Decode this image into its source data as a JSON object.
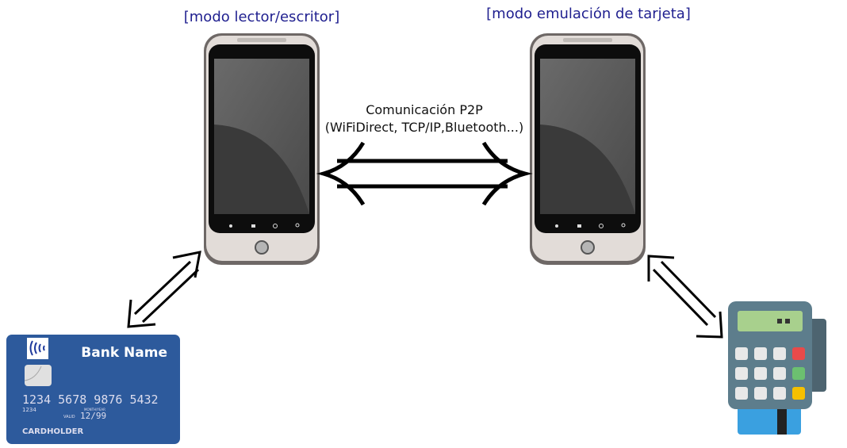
{
  "labels": {
    "reader_mode": "[modo lector/escritor]",
    "card_emulation_mode": "[modo emulación de tarjeta]",
    "p2p_title": "Comunicación P2P",
    "p2p_subtitle": "(WiFiDirect, TCP/IP,Bluetooth...)"
  },
  "card": {
    "bank_name": "Bank Name",
    "number": "1234  5678  9876  5432",
    "small_number": "1234",
    "valid_label": "VALID",
    "month_year_label": "MONTH/YEAR",
    "expiry": "12/99",
    "holder": "CARDHOLDER"
  },
  "colors": {
    "label": "#1f1f8f",
    "card": "#2d5a9c",
    "pos_body": "#5a7a8a",
    "pos_screen": "#a8d08d"
  }
}
